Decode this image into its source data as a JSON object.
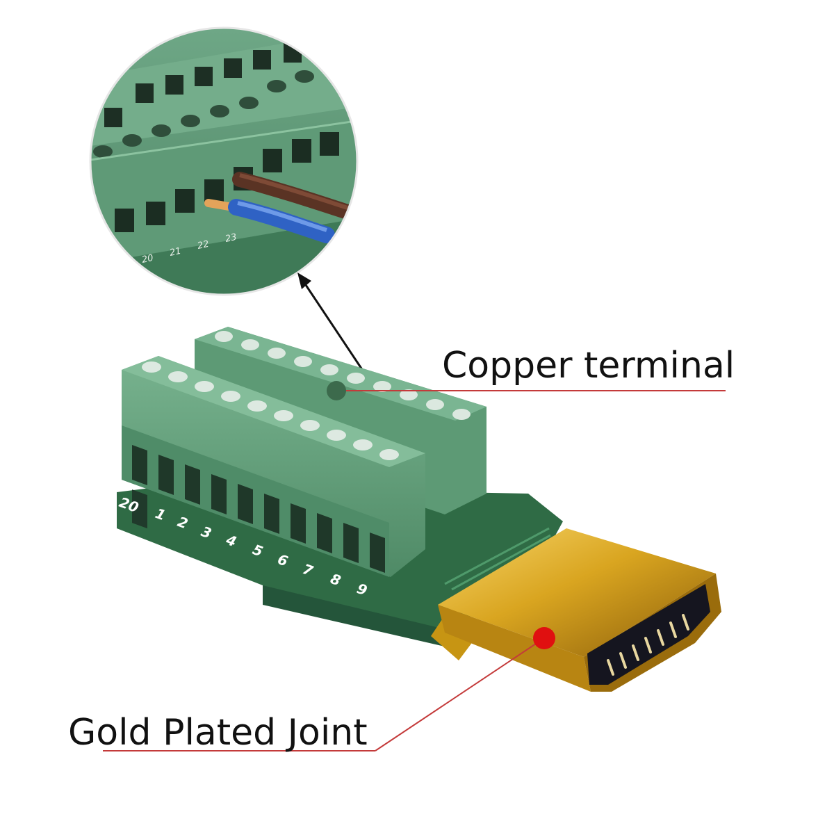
{
  "labels": {
    "copper_terminal": "Copper terminal",
    "gold_plated_joint": "Gold Plated Joint"
  },
  "pin_labels": [
    "20",
    "1",
    "2",
    "3",
    "4",
    "5",
    "6",
    "7",
    "8",
    "9"
  ],
  "zoom_pin_labels": [
    "20",
    "21",
    "22",
    "23"
  ],
  "colors": {
    "terminal_green": "#5f9e78",
    "pcb_green": "#2f6b45",
    "gold": "#d4a017",
    "leader_line": "#c43a3a",
    "callout_dot_green": "#3c6a4c",
    "callout_dot_red": "#e01010"
  }
}
